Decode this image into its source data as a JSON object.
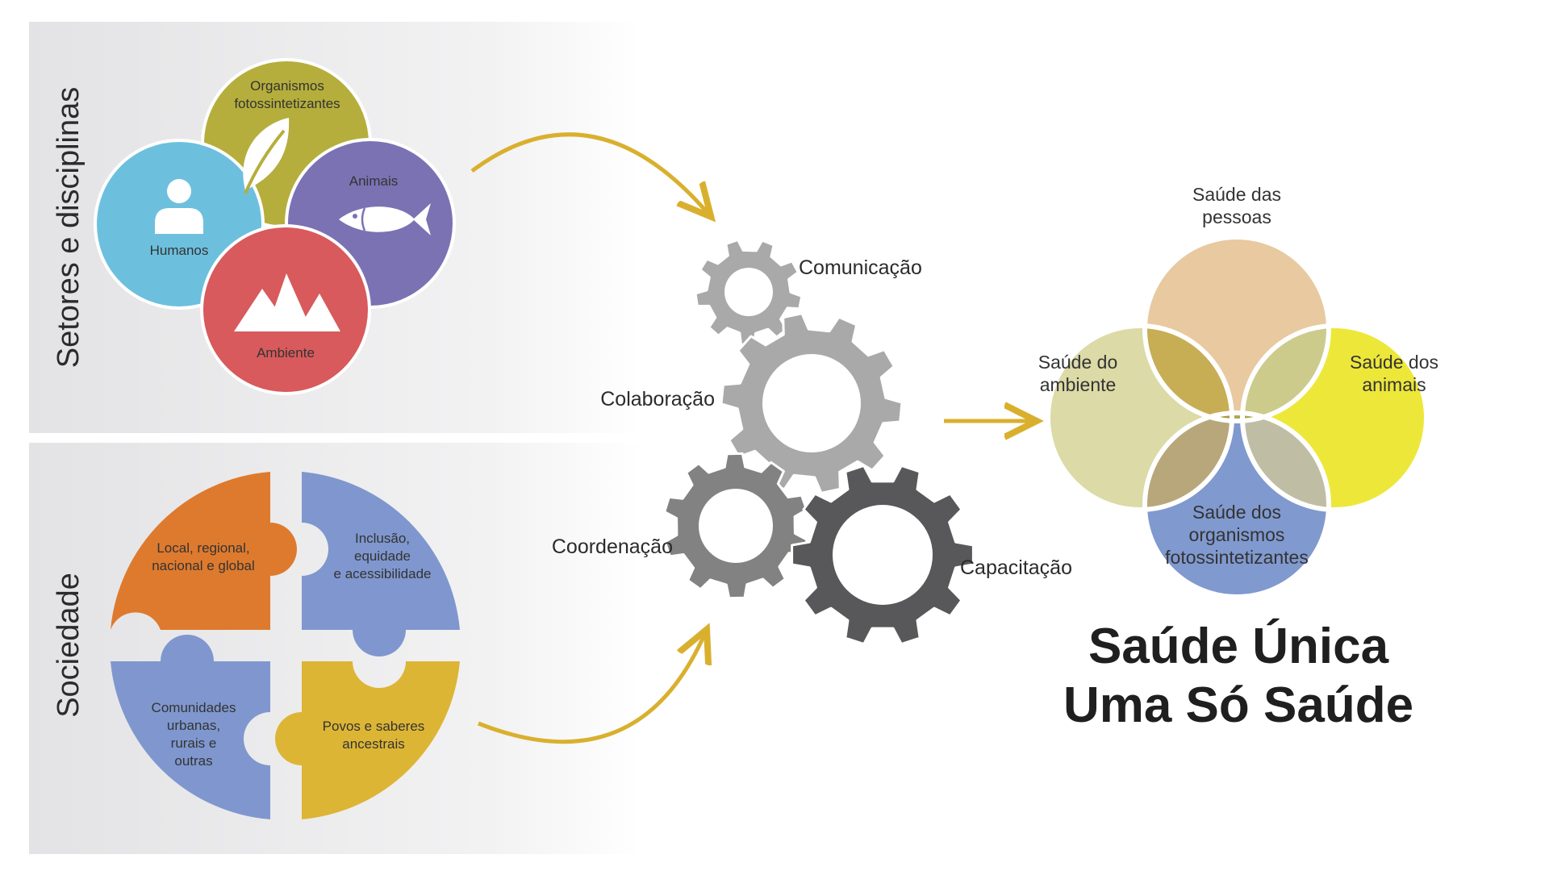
{
  "panels": {
    "sectors_label": "Setores e disciplinas",
    "society_label": "Sociedade"
  },
  "sectors": {
    "organisms": [
      "Organismos",
      "fotossintetizantes"
    ],
    "animals": "Animais",
    "humans": "Humanos",
    "environment": "Ambiente"
  },
  "society": {
    "local": [
      "Local, regional,",
      "nacional e global"
    ],
    "inclusion": [
      "Inclusão,",
      "equidade",
      "e acessibilidade"
    ],
    "communities": [
      "Comunidades",
      "urbanas,",
      "rurais e",
      "outras"
    ],
    "peoples": [
      "Povos e saberes",
      "ancestrais"
    ]
  },
  "gears": {
    "communication": "Comunicação",
    "collaboration": "Colaboração",
    "coordination": "Coordenação",
    "training": "Capacitação"
  },
  "venn": {
    "people": [
      "Saúde das",
      "pessoas"
    ],
    "environment": [
      "Saúde do",
      "ambiente"
    ],
    "animals": [
      "Saúde dos",
      "animais"
    ],
    "organisms": [
      "Saúde dos",
      "organismos",
      "fotossintetizantes"
    ]
  },
  "title": {
    "line1": "Saúde Única",
    "line2": "Uma Só Saúde"
  },
  "colors": {
    "humans": "#6CC0DE",
    "organisms": "#B5AE3C",
    "animals": "#7B72B3",
    "environment": "#D85A5C",
    "puzzle_orange": "#DE7A2E",
    "puzzle_blue": "#7F97CE",
    "puzzle_yellow": "#DDB535",
    "arrow": "#D9B02E",
    "gear_light": "#A9A9AA",
    "gear_mid": "#828283",
    "gear_dark": "#58585A",
    "venn_people": "#E8C9A0",
    "venn_env": "#DCDAA6",
    "venn_animals": "#EDE73A",
    "venn_organisms": "#8099CF"
  }
}
